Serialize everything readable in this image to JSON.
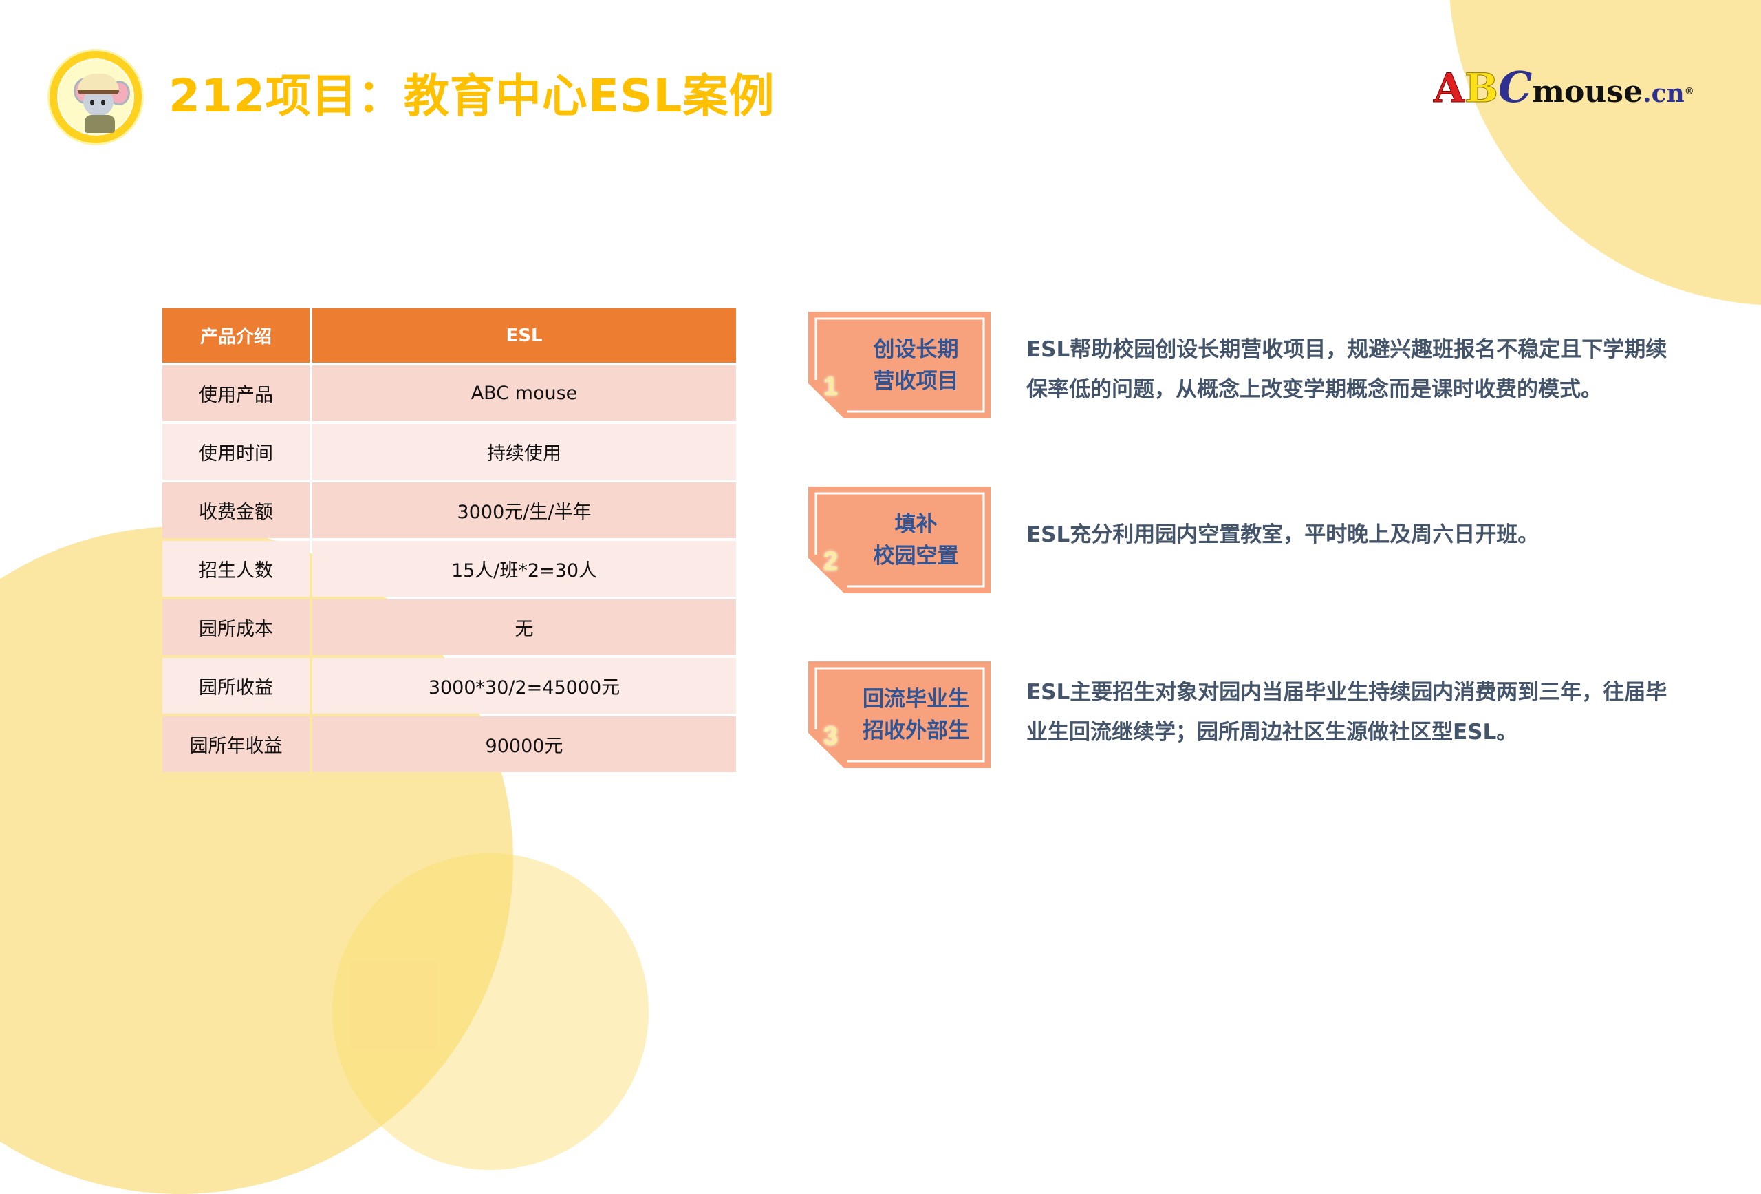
{
  "header": {
    "title": "212项目：教育中心ESL案例",
    "badge_icon": "abcmouse-mascot-badge",
    "brand": {
      "a": "A",
      "b": "B",
      "c": "C",
      "mouse": "mouse",
      "cn": ".cn",
      "reg": "®"
    }
  },
  "table": {
    "headers": [
      "产品介绍",
      "ESL"
    ],
    "rows": [
      {
        "label": "使用产品",
        "value": "ABC mouse"
      },
      {
        "label": "使用时间",
        "value": "持续使用"
      },
      {
        "label": "收费金额",
        "value": "3000元/生/半年"
      },
      {
        "label": "招生人数",
        "value": "15人/班*2=30人"
      },
      {
        "label": "园所成本",
        "value": "无"
      },
      {
        "label": "园所收益",
        "value": "3000*30/2=45000元"
      },
      {
        "label": "园所年收益",
        "value": "90000元"
      }
    ]
  },
  "cards": [
    {
      "number": "1",
      "title_line1": "创设长期",
      "title_line2": "营收项目",
      "description": "ESL帮助校园创设长期营收项目，规避兴趣班报名不稳定且下学期续保率低的问题，从概念上改变学期概念而是课时收费的模式。"
    },
    {
      "number": "2",
      "title_line1": "填补",
      "title_line2": "校园空置",
      "description": "ESL充分利用园内空置教室，平时晚上及周六日开班。"
    },
    {
      "number": "3",
      "title_line1": "回流毕业生",
      "title_line2": "招收外部生",
      "description": "ESL主要招生对象对园内当届毕业生持续园内消费两到三年，往届毕业生回流继续学；园所周边社区生源做社区型ESL。"
    }
  ],
  "colors": {
    "title": "#FFC000",
    "table_header": "#ED7D31",
    "row_odd": "#F8D7CF",
    "row_even": "#FCEAE6",
    "card_bg": "#F7A17D",
    "card_title": "#2F5597",
    "description": "#44546A",
    "bg_shape": "#FBE7A1"
  }
}
